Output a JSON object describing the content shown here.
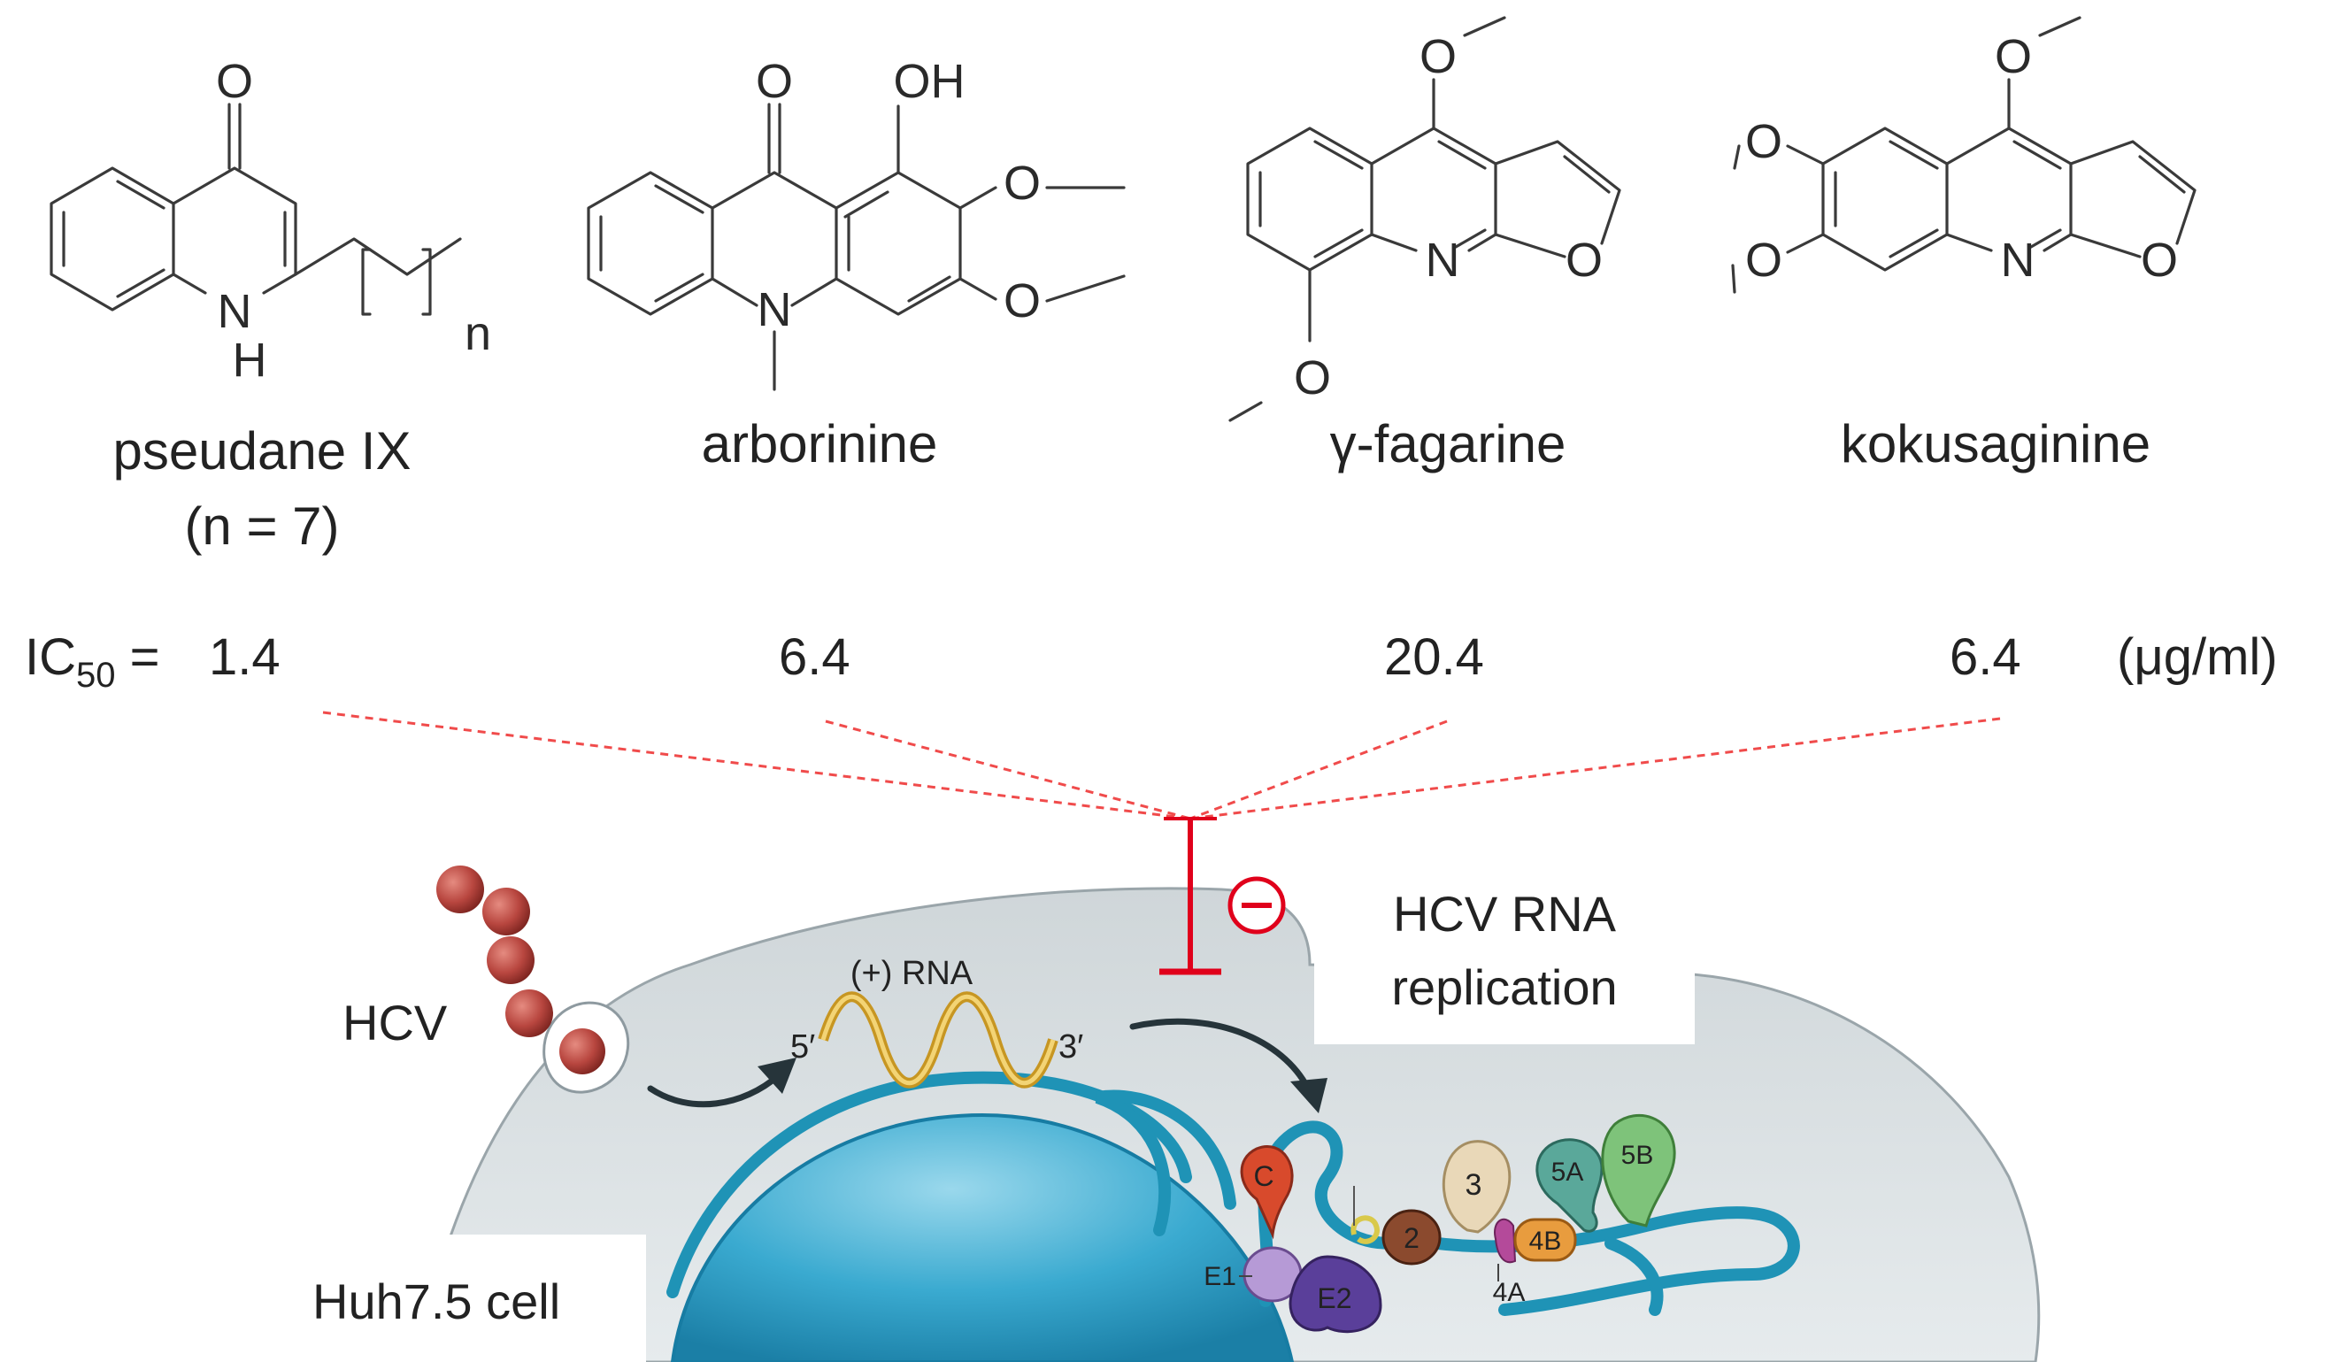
{
  "compounds": [
    {
      "name": "pseudane IX",
      "note": "(n = 7)",
      "ic50": "1.4",
      "subscript_n": "n"
    },
    {
      "name": "arborinine",
      "ic50": "6.4"
    },
    {
      "name": "γ-fagarine",
      "ic50": "20.4"
    },
    {
      "name": "kokusaginine",
      "ic50": "6.4"
    }
  ],
  "ic50_label": {
    "prefix": "IC",
    "sub": "50",
    "suffix": " ="
  },
  "unit": "(μg/ml)",
  "atoms": {
    "O": "O",
    "OH": "OH",
    "N": "N",
    "NH": "N",
    "H": "H"
  },
  "cell": {
    "virus_label": "HCV",
    "rna_label": "(+) RNA",
    "five_prime": "5′",
    "three_prime": "3′",
    "cell_label": "Huh7.5 cell",
    "inhibit_line1": "HCV RNA",
    "inhibit_line2": "replication",
    "proteins": {
      "C": "C",
      "E1": "E1",
      "E2": "E2",
      "p7": "",
      "ns2": "2",
      "ns3": "3",
      "ns4a": "4A",
      "ns4b": "4B",
      "ns5a": "5A",
      "ns5b": "5B"
    }
  },
  "colors": {
    "inhibit": "#e0001b",
    "dashed": "#f04b4b",
    "cytoplasm": "#d5dcdf",
    "nucleus": "#2ea3c9",
    "er": "#1f93b6",
    "virion": "#b8463f"
  }
}
